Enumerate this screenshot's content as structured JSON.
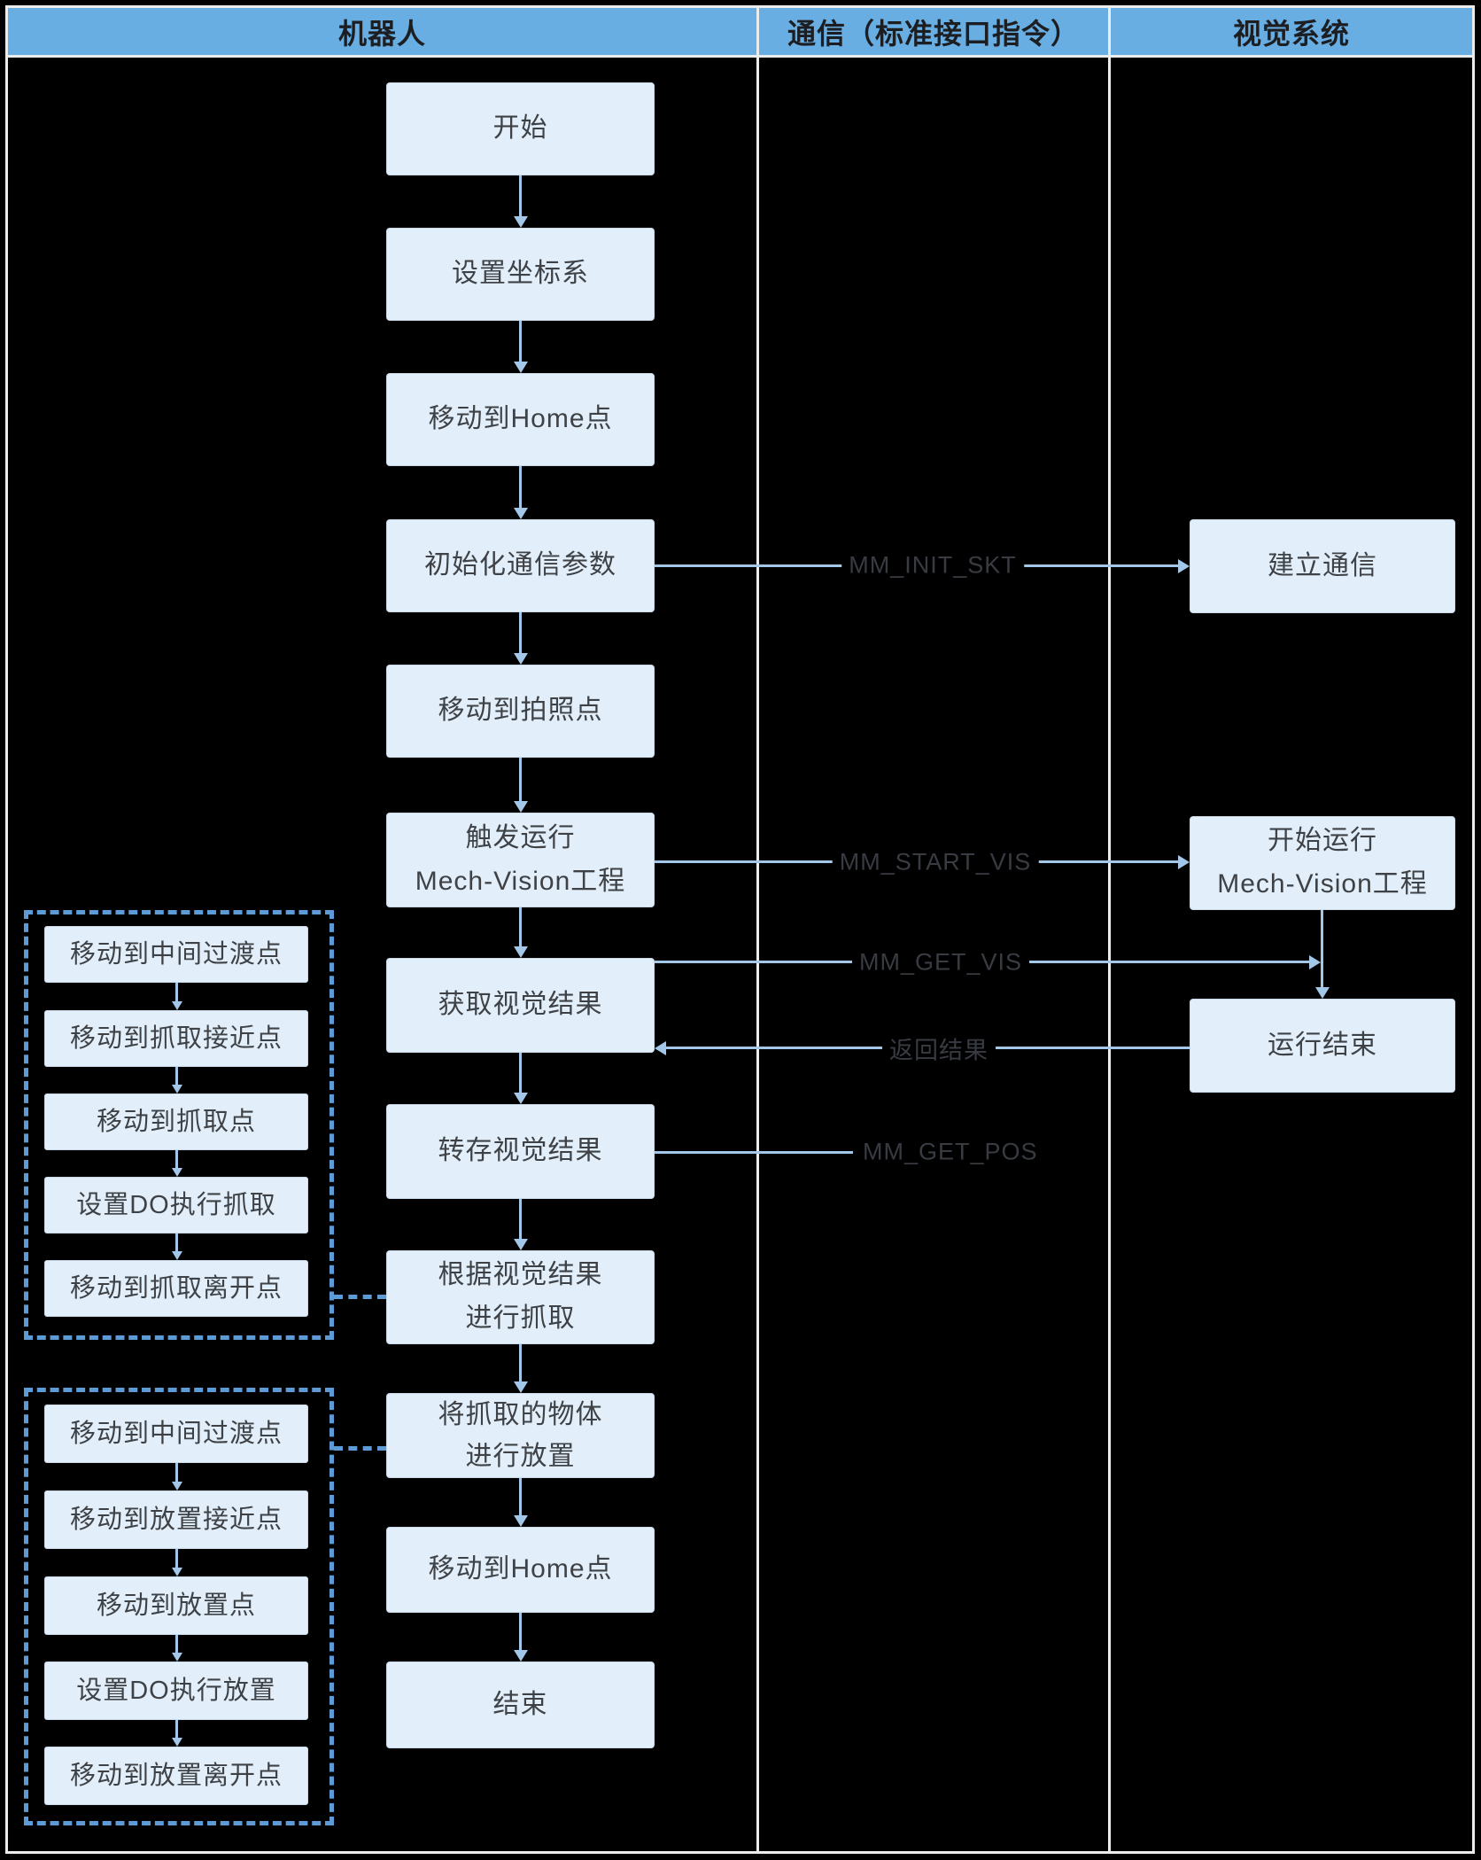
{
  "lanes": [
    {
      "title": "机器人"
    },
    {
      "title": "通信（标准接口指令）"
    },
    {
      "title": "视觉系统"
    }
  ],
  "robot": {
    "nodes": [
      {
        "lines": [
          "开始"
        ]
      },
      {
        "lines": [
          "设置坐标系"
        ]
      },
      {
        "lines": [
          "移动到Home点"
        ]
      },
      {
        "lines": [
          "初始化通信参数"
        ]
      },
      {
        "lines": [
          "移动到拍照点"
        ]
      },
      {
        "lines": [
          "触发运行",
          "Mech-Vision工程"
        ]
      },
      {
        "lines": [
          "获取视觉结果"
        ]
      },
      {
        "lines": [
          "转存视觉结果"
        ]
      },
      {
        "lines": [
          "根据视觉结果",
          "进行抓取"
        ]
      },
      {
        "lines": [
          "将抓取的物体",
          "进行放置"
        ]
      },
      {
        "lines": [
          "移动到Home点"
        ]
      },
      {
        "lines": [
          "结束"
        ]
      }
    ]
  },
  "vision": {
    "nodes": [
      {
        "lines": [
          "建立通信"
        ]
      },
      {
        "lines": [
          "开始运行",
          "Mech-Vision工程"
        ]
      },
      {
        "lines": [
          "运行结束"
        ]
      }
    ]
  },
  "comm": {
    "labels": {
      "init_skt": "MM_INIT_SKT",
      "start_vis": "MM_START_VIS",
      "get_vis": "MM_GET_VIS",
      "return_result": "返回结果",
      "get_pos": "MM_GET_POS"
    }
  },
  "pick_group": {
    "items": [
      "移动到中间过渡点",
      "移动到抓取接近点",
      "移动到抓取点",
      "设置DO执行抓取",
      "移动到抓取离开点"
    ]
  },
  "place_group": {
    "items": [
      "移动到中间过渡点",
      "移动到放置接近点",
      "移动到放置点",
      "设置DO执行放置",
      "移动到放置离开点"
    ]
  },
  "colors": {
    "background": "#000000",
    "frame": "#EAECEE",
    "header_bg": "#68AEE3",
    "header_text": "#1C1E22",
    "box_fill": "#E2EEF9",
    "box_border": "#C9DAEB",
    "box_text": "#3E4246",
    "arrow": "#A3C7E9",
    "group_dashed_border": "#5C9BD6",
    "connector_label_text": "#383C42"
  }
}
